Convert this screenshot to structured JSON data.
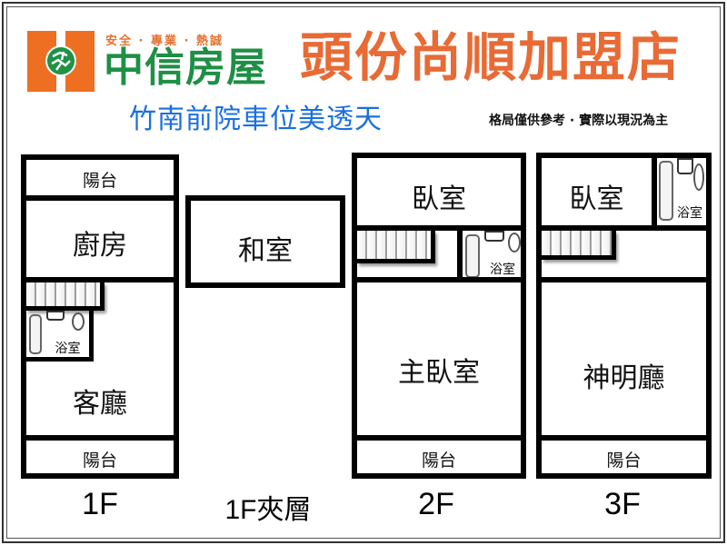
{
  "header": {
    "slogan": "安全 · 專業 · 熱誠",
    "brand": "中信房屋",
    "store_name": "頭份尚順加盟店",
    "subtitle": "竹南前院車位美透天",
    "disclaimer": "格局僅供參考 · 實際以現況為主",
    "colors": {
      "logo_orange": "#ee6f22",
      "logo_green": "#1f9246",
      "store_orange": "#e86a35",
      "subtitle_blue": "#1a6fe0"
    },
    "logo_icon": "globe-icon"
  },
  "floors": [
    {
      "label": "1F",
      "rooms": [
        "陽台",
        "廚房",
        "浴室",
        "客廳",
        "陽台"
      ]
    },
    {
      "label": "1F夾層",
      "rooms": [
        "和室"
      ]
    },
    {
      "label": "2F",
      "rooms": [
        "臥室",
        "浴室",
        "主臥室",
        "陽台"
      ]
    },
    {
      "label": "3F",
      "rooms": [
        "臥室",
        "浴室",
        "神明廳",
        "陽台"
      ]
    }
  ]
}
